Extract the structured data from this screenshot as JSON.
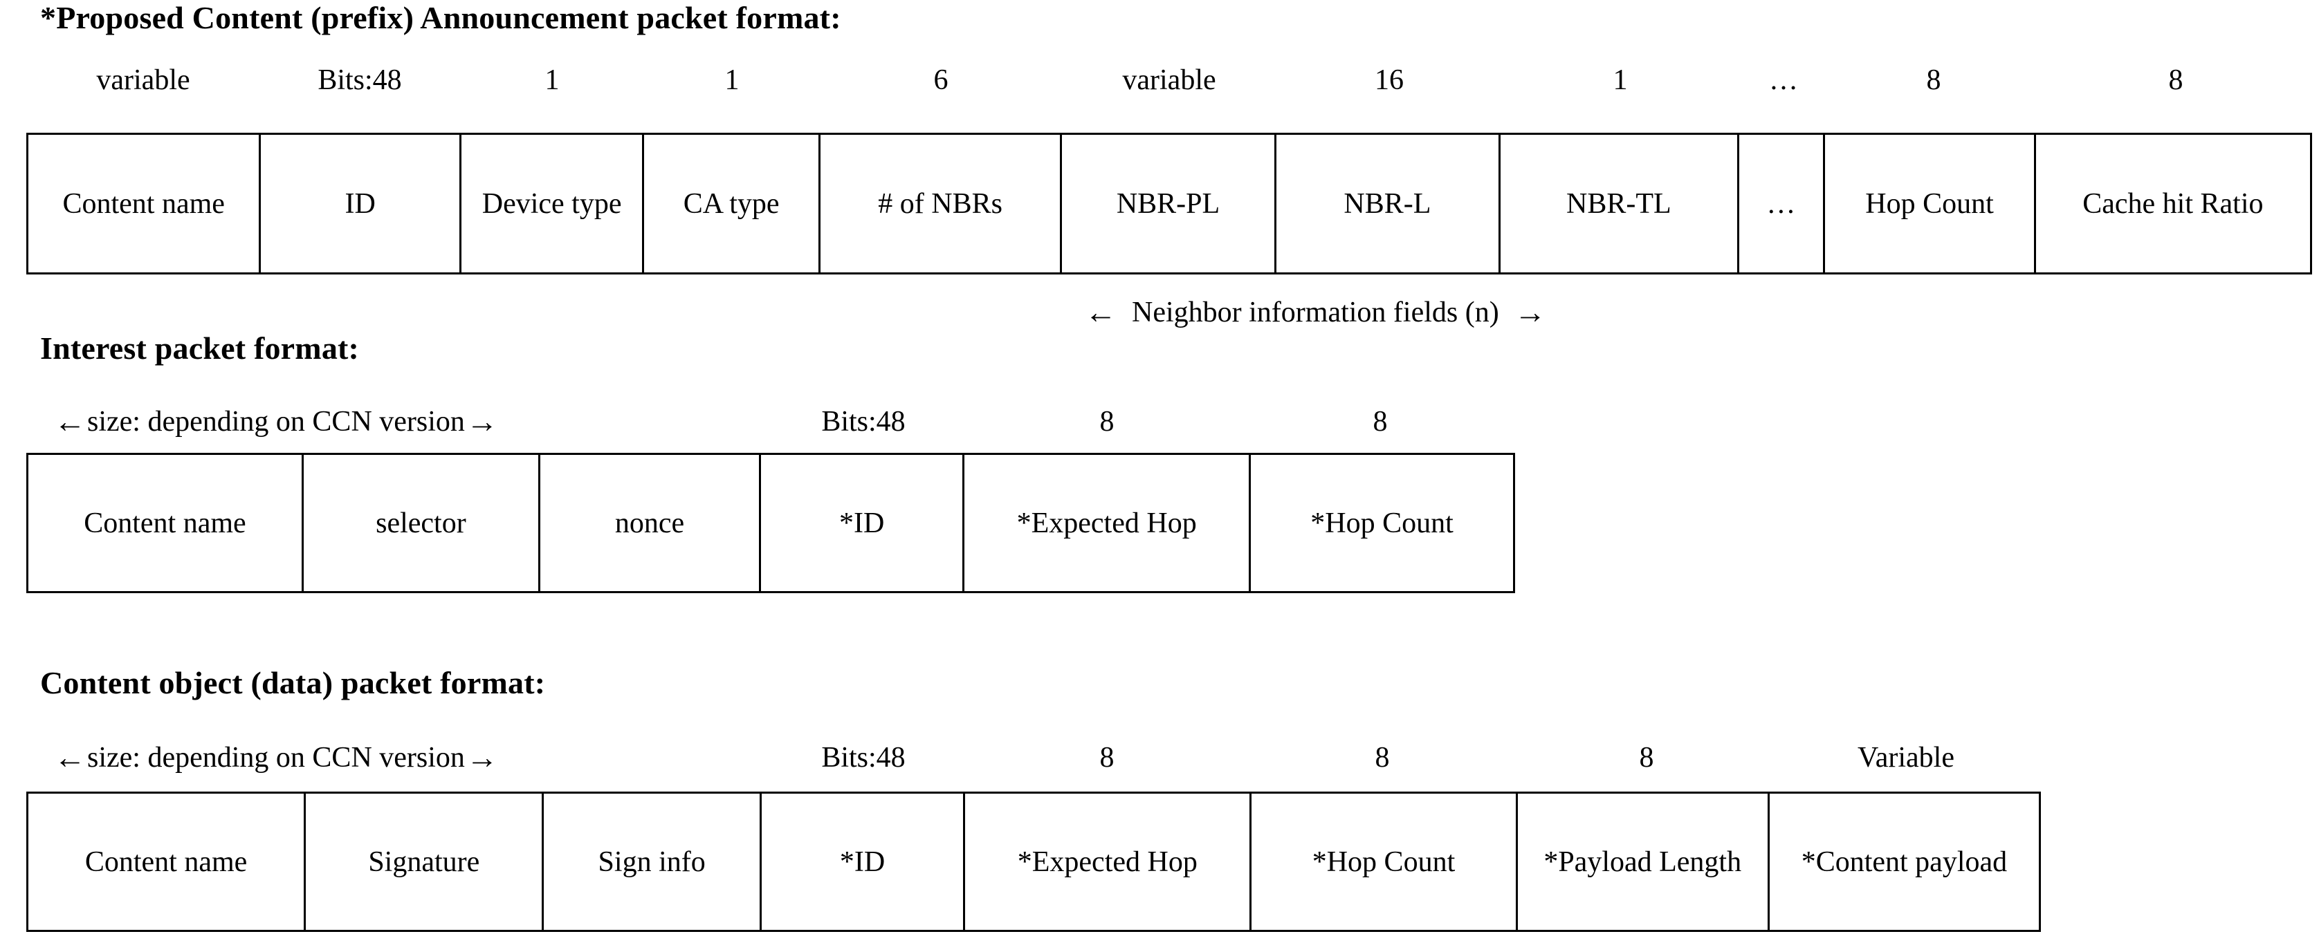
{
  "sections": [
    {
      "title": "*Proposed Content (prefix) Announcement packet format:",
      "size_labels": [
        "variable",
        "Bits:48",
        "1",
        "1",
        "6",
        "variable",
        "16",
        "1",
        "…",
        "8",
        "8"
      ],
      "fields": [
        "Content name",
        "ID",
        "Device type",
        "CA type",
        "# of NBRs",
        "NBR-PL",
        "NBR-L",
        "NBR-TL",
        "…",
        "Hop Count",
        "Cache hit Ratio"
      ],
      "annotation": {
        "left_arrow": "←",
        "text": "Neighbor information fields (n)",
        "right_arrow": "→"
      }
    },
    {
      "title": "Interest packet format:",
      "span_note": {
        "left_arrow": "←",
        "text": "size: depending on CCN version",
        "right_arrow": "→"
      },
      "size_labels": [
        "Bits:48",
        "8",
        "8"
      ],
      "fields": [
        "Content name",
        "selector",
        "nonce",
        "*ID",
        "*Expected Hop",
        "*Hop Count"
      ]
    },
    {
      "title": "Content object (data) packet format:",
      "span_note": {
        "left_arrow": "←",
        "text": "size: depending on CCN version",
        "right_arrow": "→"
      },
      "size_labels": [
        "Bits:48",
        "8",
        "8",
        "8",
        "Variable"
      ],
      "fields": [
        "Content name",
        "Signature",
        "Sign info",
        "*ID",
        "*Expected Hop",
        "*Hop Count",
        "*Payload Length",
        "*Content payload"
      ]
    }
  ],
  "colors": {
    "background": "#ffffff",
    "text": "#000000",
    "border": "#000000"
  }
}
